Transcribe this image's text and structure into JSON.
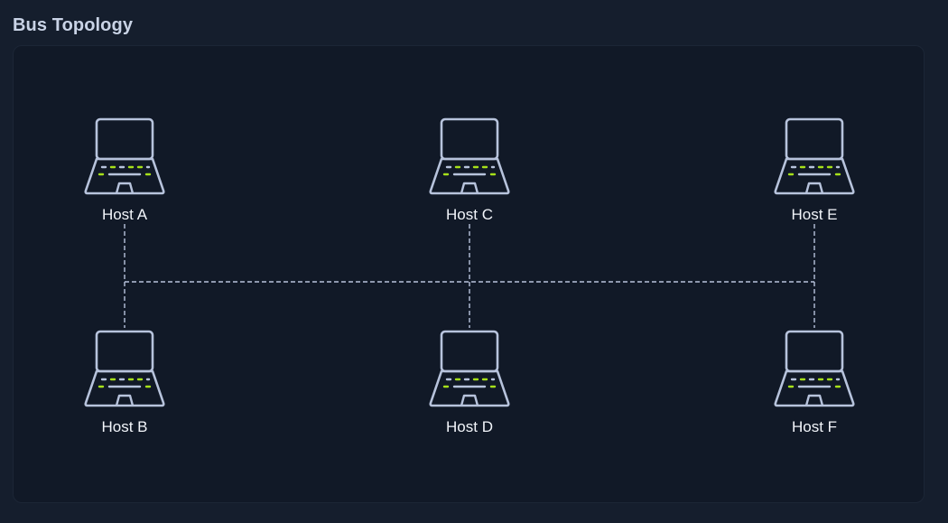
{
  "title": "Bus Topology",
  "colors": {
    "background": "#151e2d",
    "panel": "#111927",
    "device_outline": "#b7c3dc",
    "key_accent": "#a6e01a",
    "bus_line": "#b7c3dc",
    "label": "#f2f5fa"
  },
  "hosts": [
    {
      "id": "host-a",
      "label": "Host A",
      "icon": "laptop-icon"
    },
    {
      "id": "host-b",
      "label": "Host B",
      "icon": "laptop-icon"
    },
    {
      "id": "host-c",
      "label": "Host C",
      "icon": "laptop-icon"
    },
    {
      "id": "host-d",
      "label": "Host D",
      "icon": "laptop-icon"
    },
    {
      "id": "host-e",
      "label": "Host E",
      "icon": "laptop-icon"
    },
    {
      "id": "host-f",
      "label": "Host F",
      "icon": "laptop-icon"
    }
  ],
  "bus": {
    "style": "dashed",
    "connects": [
      "Host A",
      "Host B",
      "Host C",
      "Host D",
      "Host E",
      "Host F"
    ]
  }
}
